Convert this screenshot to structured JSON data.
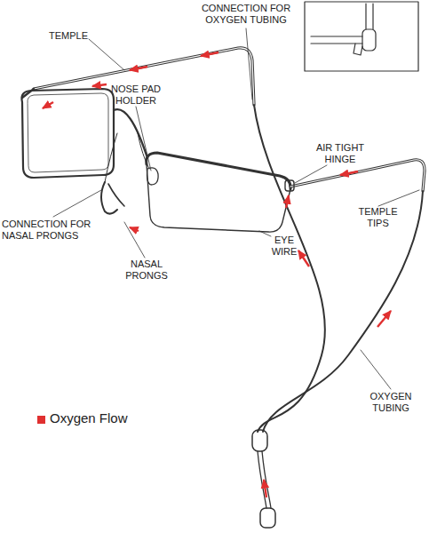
{
  "diagram": {
    "labels": [
      "TEMPLE",
      "CONNECTION FOR OXYGEN TUBING",
      "NOSE PAD HOLDER",
      "AIR TIGHT HINGE",
      "CONNECTION FOR NASAL PRONGS",
      "EYE WIRE",
      "TEMPLE TIPS",
      "NASAL PRONGS",
      "OXYGEN TUBING"
    ],
    "legend": [
      {
        "text": "Oxygen Flow",
        "color": "#e03030"
      }
    ]
  }
}
